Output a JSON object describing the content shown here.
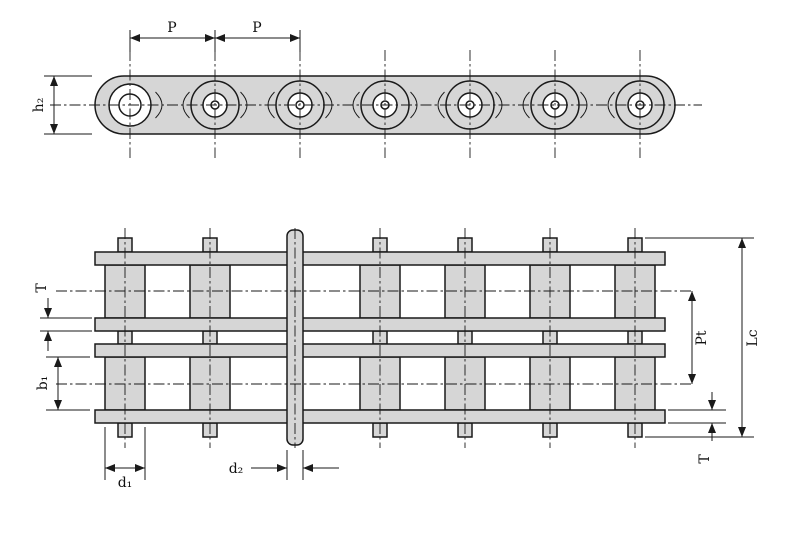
{
  "diagram": {
    "type": "technical-drawing",
    "subject": "duplex roller chain dimensional drawing",
    "views": {
      "side_view": "single strand side elevation",
      "plan_view": "duplex strand plan view"
    },
    "dimension_labels": {
      "pitch_1": "P",
      "pitch_2": "P",
      "plate_height": "h₂",
      "plate_thickness_left": "T",
      "inner_width": "b₁",
      "roller_diameter": "d₁",
      "pin_diameter": "d₂",
      "transverse_pitch": "Pt",
      "pin_length": "Lc",
      "plate_thickness_right": "T"
    },
    "colors": {
      "metal_fill": "#d6d6d6",
      "line": "#1a1a1a",
      "background": "#ffffff"
    }
  }
}
